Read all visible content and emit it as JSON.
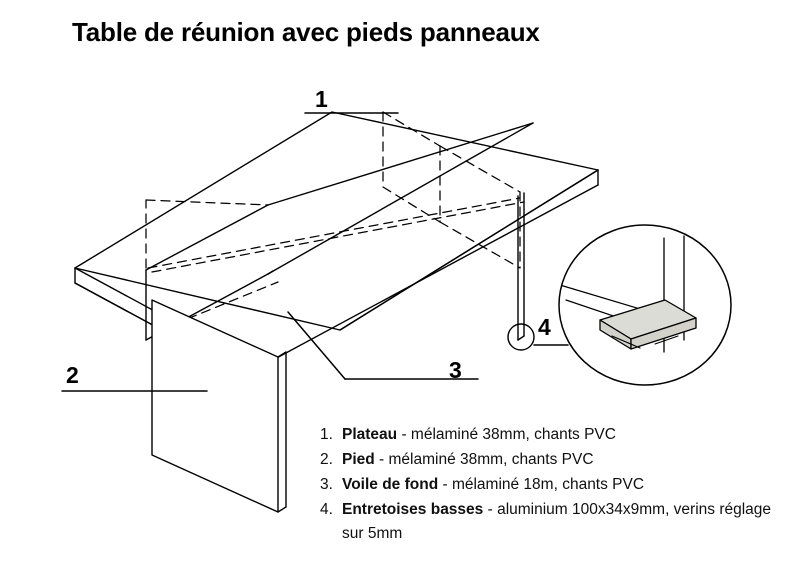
{
  "document": {
    "title": "Table de réunion avec pieds panneaux",
    "background_color": "#ffffff",
    "line_color": "#000000",
    "part_fill_color": "#dcdcd6"
  },
  "callouts": [
    {
      "id": "1",
      "label": "1",
      "target": "plateau"
    },
    {
      "id": "2",
      "label": "2",
      "target": "pied"
    },
    {
      "id": "3",
      "label": "3",
      "target": "voile-de-fond"
    },
    {
      "id": "4",
      "label": "4",
      "target": "entretoises-basses"
    }
  ],
  "legend": {
    "items": [
      {
        "number": "1.",
        "name": "Plateau",
        "separator": " - ",
        "description": "mélaminé 38mm, chants PVC"
      },
      {
        "number": "2.",
        "name": "Pied",
        "separator": " - ",
        "description": "mélaminé 38mm, chants PVC"
      },
      {
        "number": "3.",
        "name": "Voile de fond",
        "separator": " - ",
        "description": "mélaminé 18m, chants PVC"
      },
      {
        "number": "4.",
        "name": "Entretoises basses",
        "separator": " - ",
        "description": "aluminium 100x34x9mm, verins réglage sur 5mm"
      }
    ]
  },
  "detail_view": {
    "marker_label": "4",
    "part_name": "entretoise-basse"
  }
}
